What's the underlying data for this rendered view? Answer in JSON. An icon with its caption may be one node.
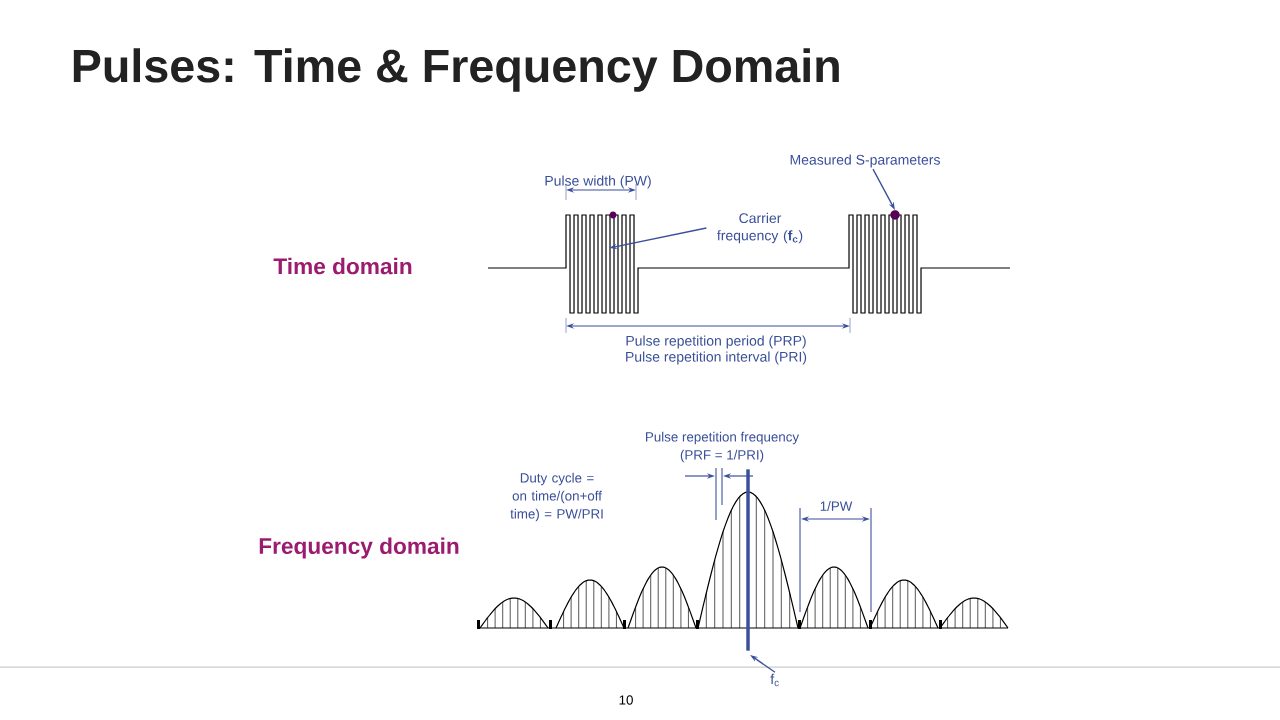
{
  "diagram": {
    "title": "Pulses: Time & Frequency Domain",
    "nodes": [
      {
        "text": [
          "Carrier frequency (**f$_{c}$**)"
        ]
      },
      {
        "text": [
          "Measured S-parameters"
        ]
      },
      {
        "text": [
          "f$_{c}$"
        ]
      },
      {
        "text": [],
        "shape": "circle"
      },
      {
        "text": [],
        "shape": "line"
      }
    ],
    "edges": [
      {
        "from": 0,
        "to": null,
        "arrow": "to"
      },
      {
        "from": 1,
        "to": 3,
        "arrow": "to"
      },
      {
        "from": 2,
        "to": 4,
        "arrow": "to"
      }
    ],
    "labels": [
      "Time domain",
      "Pulse width (PW)",
      "Pulse repetition period (PRP)",
      "Pulse repetition interval (PRI)",
      "Pulse repetition frequency",
      "(PRF = 1/PRI)",
      "Duty cycle = on time/(on+off time) = PW/PRI",
      "1/PW",
      "Frequency domain",
      "10"
    ]
  }
}
